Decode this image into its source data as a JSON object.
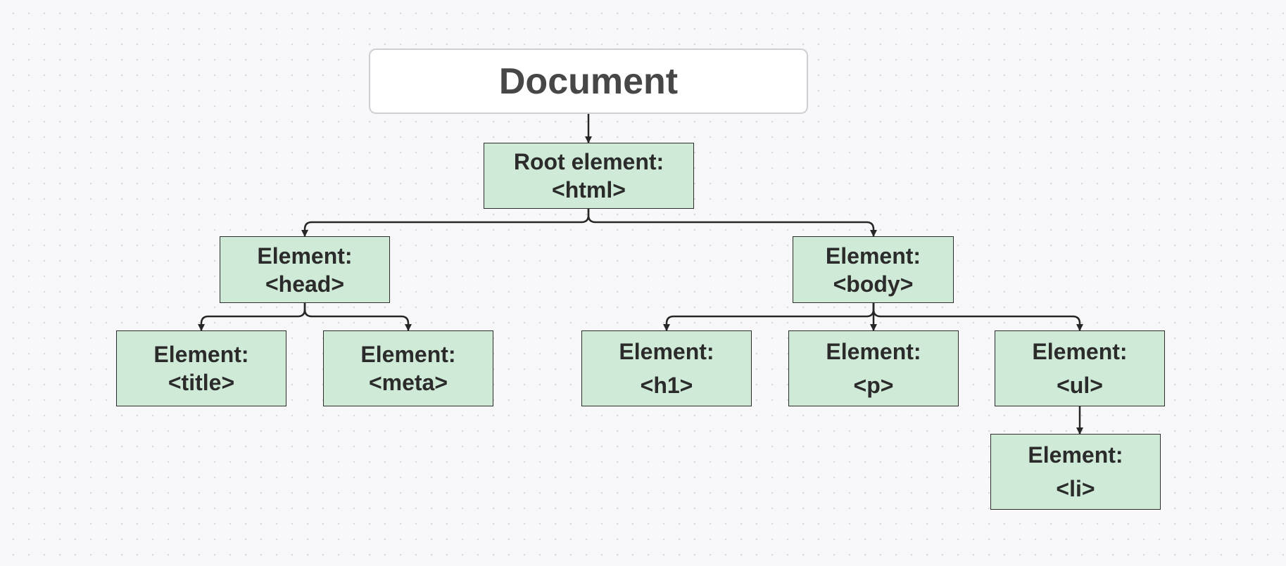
{
  "diagram": {
    "document": {
      "label": "Document"
    },
    "nodes": [
      {
        "id": "n-html",
        "line1": "Root element:",
        "line2": "<html>"
      },
      {
        "id": "n-head",
        "line1": "Element:",
        "line2": "<head>"
      },
      {
        "id": "n-body",
        "line1": "Element:",
        "line2": "<body>"
      },
      {
        "id": "n-title",
        "line1": "Element:",
        "line2": "<title>"
      },
      {
        "id": "n-meta",
        "line1": "Element:",
        "line2": "<meta>"
      },
      {
        "id": "n-h1",
        "line1": "Element:",
        "line2": "<h1>"
      },
      {
        "id": "n-p",
        "line1": "Element:",
        "line2": "<p>"
      },
      {
        "id": "n-ul",
        "line1": "Element:",
        "line2": "<ul>"
      },
      {
        "id": "n-li",
        "line1": "Element:",
        "line2": "<li>"
      }
    ],
    "edges": [
      {
        "from": "document",
        "to": "n-html"
      },
      {
        "from": "n-html",
        "to": "n-head"
      },
      {
        "from": "n-html",
        "to": "n-body"
      },
      {
        "from": "n-head",
        "to": "n-title"
      },
      {
        "from": "n-head",
        "to": "n-meta"
      },
      {
        "from": "n-body",
        "to": "n-h1"
      },
      {
        "from": "n-body",
        "to": "n-p"
      },
      {
        "from": "n-body",
        "to": "n-ul"
      },
      {
        "from": "n-ul",
        "to": "n-li"
      }
    ],
    "colors": {
      "node_fill": "#d0ead8",
      "node_border": "#2c2c2c",
      "connector": "#262626",
      "document_text": "#474747"
    }
  }
}
